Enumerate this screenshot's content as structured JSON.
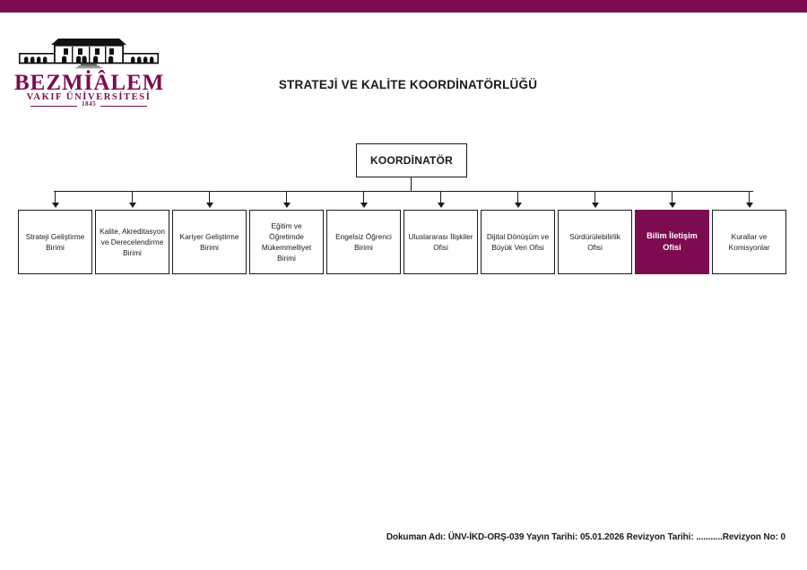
{
  "theme": {
    "accent": "#7d0b4f",
    "ink": "#1a1a1a",
    "paper": "#ffffff"
  },
  "header": {
    "logo": {
      "wordmark": "BEZMİÂLEM",
      "subtitle": "VAKIF ÜNİVERSİTESİ",
      "year": "1845",
      "icon": "historic-building-icon"
    },
    "title": "STRATEJİ VE KALİTE KOORDİNATÖRLÜĞÜ"
  },
  "chart_data": {
    "type": "diagram",
    "title": "STRATEJİ VE KALİTE KOORDİNATÖRLÜĞÜ",
    "root": {
      "label": "KOORDİNATÖR"
    },
    "children": [
      {
        "label": "Strateji Geliştirme Birimi",
        "highlight": false
      },
      {
        "label": "Kalite, Akreditasyon ve Derecelendirme Birimi",
        "highlight": false
      },
      {
        "label": "Kariyer Geliştirme Birimi",
        "highlight": false
      },
      {
        "label": "Eğitim ve Öğretimde Mükemmelliyet Birimi",
        "highlight": false
      },
      {
        "label": "Engelsiz Öğrenci Birimi",
        "highlight": false
      },
      {
        "label": "Uluslararası İlişkiler Ofisi",
        "highlight": false
      },
      {
        "label": "Dijital Dönüşüm ve Büyük Veri Ofisi",
        "highlight": false
      },
      {
        "label": "Sürdürülebilirlik Ofisi",
        "highlight": false
      },
      {
        "label": "Bilim İletişim Ofisi",
        "highlight": true
      },
      {
        "label": "Kurallar ve Komisyonlar",
        "highlight": false
      }
    ]
  },
  "footer": {
    "text": "Dokuman Adı: ÜNV-İKD-ORŞ-039 Yayın Tarihi: 05.01.2026 Revizyon Tarihi: ...........Revizyon No: 0"
  }
}
